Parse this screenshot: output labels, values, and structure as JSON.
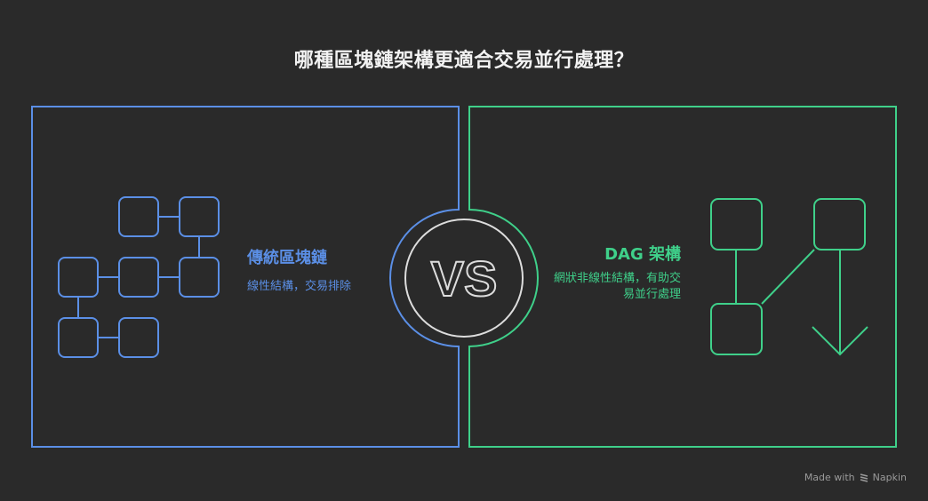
{
  "title": "哪種區塊鏈架構更適合交易並行處理？",
  "colors": {
    "background": "#2a2a2a",
    "left_accent": "#5b8fe6",
    "right_accent": "#3fd08a",
    "vs": "#dddddd"
  },
  "left": {
    "title": "傳統區塊鏈",
    "description": "線性結構，交易排除",
    "icon": "linear-chain-blocks-icon"
  },
  "right": {
    "title": "DAG 架構",
    "description": "網狀非線性結構，有助交易並行處理",
    "icon": "dag-network-icon"
  },
  "center": {
    "label": "VS"
  },
  "footer": {
    "made_with": "Made with",
    "brand": "Napkin"
  }
}
